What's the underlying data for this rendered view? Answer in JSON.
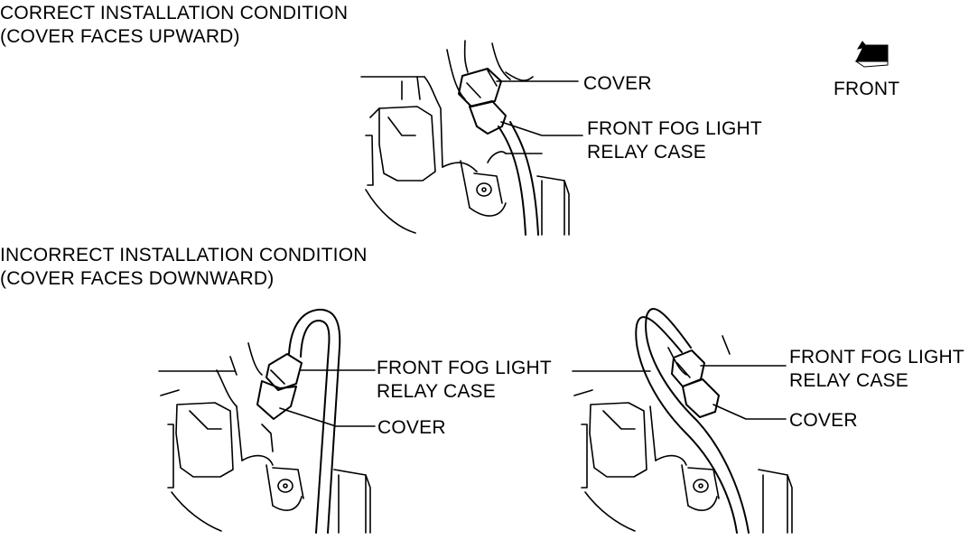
{
  "correct": {
    "title_line1": "CORRECT INSTALLATION CONDITION",
    "title_line2": "(COVER FACES UPWARD)",
    "cover_label": "COVER",
    "relay_label_line1": "FRONT FOG LIGHT",
    "relay_label_line2": "RELAY CASE"
  },
  "front_indicator": {
    "label": "FRONT",
    "icon": "front-direction-arrow-icon"
  },
  "incorrect": {
    "title_line1": "INCORRECT INSTALLATION CONDITION",
    "title_line2": "(COVER FACES DOWNWARD)",
    "left": {
      "relay_label_line1": "FRONT FOG LIGHT",
      "relay_label_line2": "RELAY CASE",
      "cover_label": "COVER"
    },
    "right": {
      "relay_label_line1": "FRONT FOG LIGHT",
      "relay_label_line2": "RELAY CASE",
      "cover_label": "COVER"
    }
  }
}
